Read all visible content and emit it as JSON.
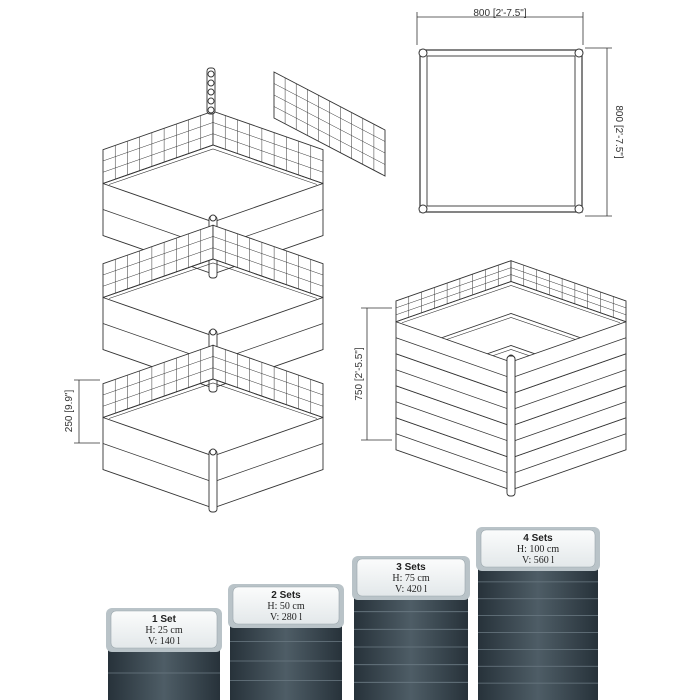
{
  "dimensions": {
    "width_top": "800 [2'-7.5\"]",
    "depth_side": "800 [2'-7.5\"]",
    "height_single": "250 [9.9\"]",
    "height_stack": "750 [2'-5.5\"]"
  },
  "sets": [
    {
      "title": "1 Set",
      "height": "H: 25 cm",
      "volume": "V: 140 l",
      "tiers": 1
    },
    {
      "title": "2 Sets",
      "height": "H: 50 cm",
      "volume": "V: 280 l",
      "tiers": 2
    },
    {
      "title": "3 Sets",
      "height": "H: 75 cm",
      "volume": "V: 420 l",
      "tiers": 3
    },
    {
      "title": "4 Sets",
      "height": "H: 100 cm",
      "volume": "V: 560 l",
      "tiers": 4
    }
  ],
  "colors": {
    "line": "#333333",
    "box_dark": "#2f3b43",
    "box_mid": "#4a5962",
    "box_light": "#d7dde0",
    "lid": "#f4f6f7"
  }
}
